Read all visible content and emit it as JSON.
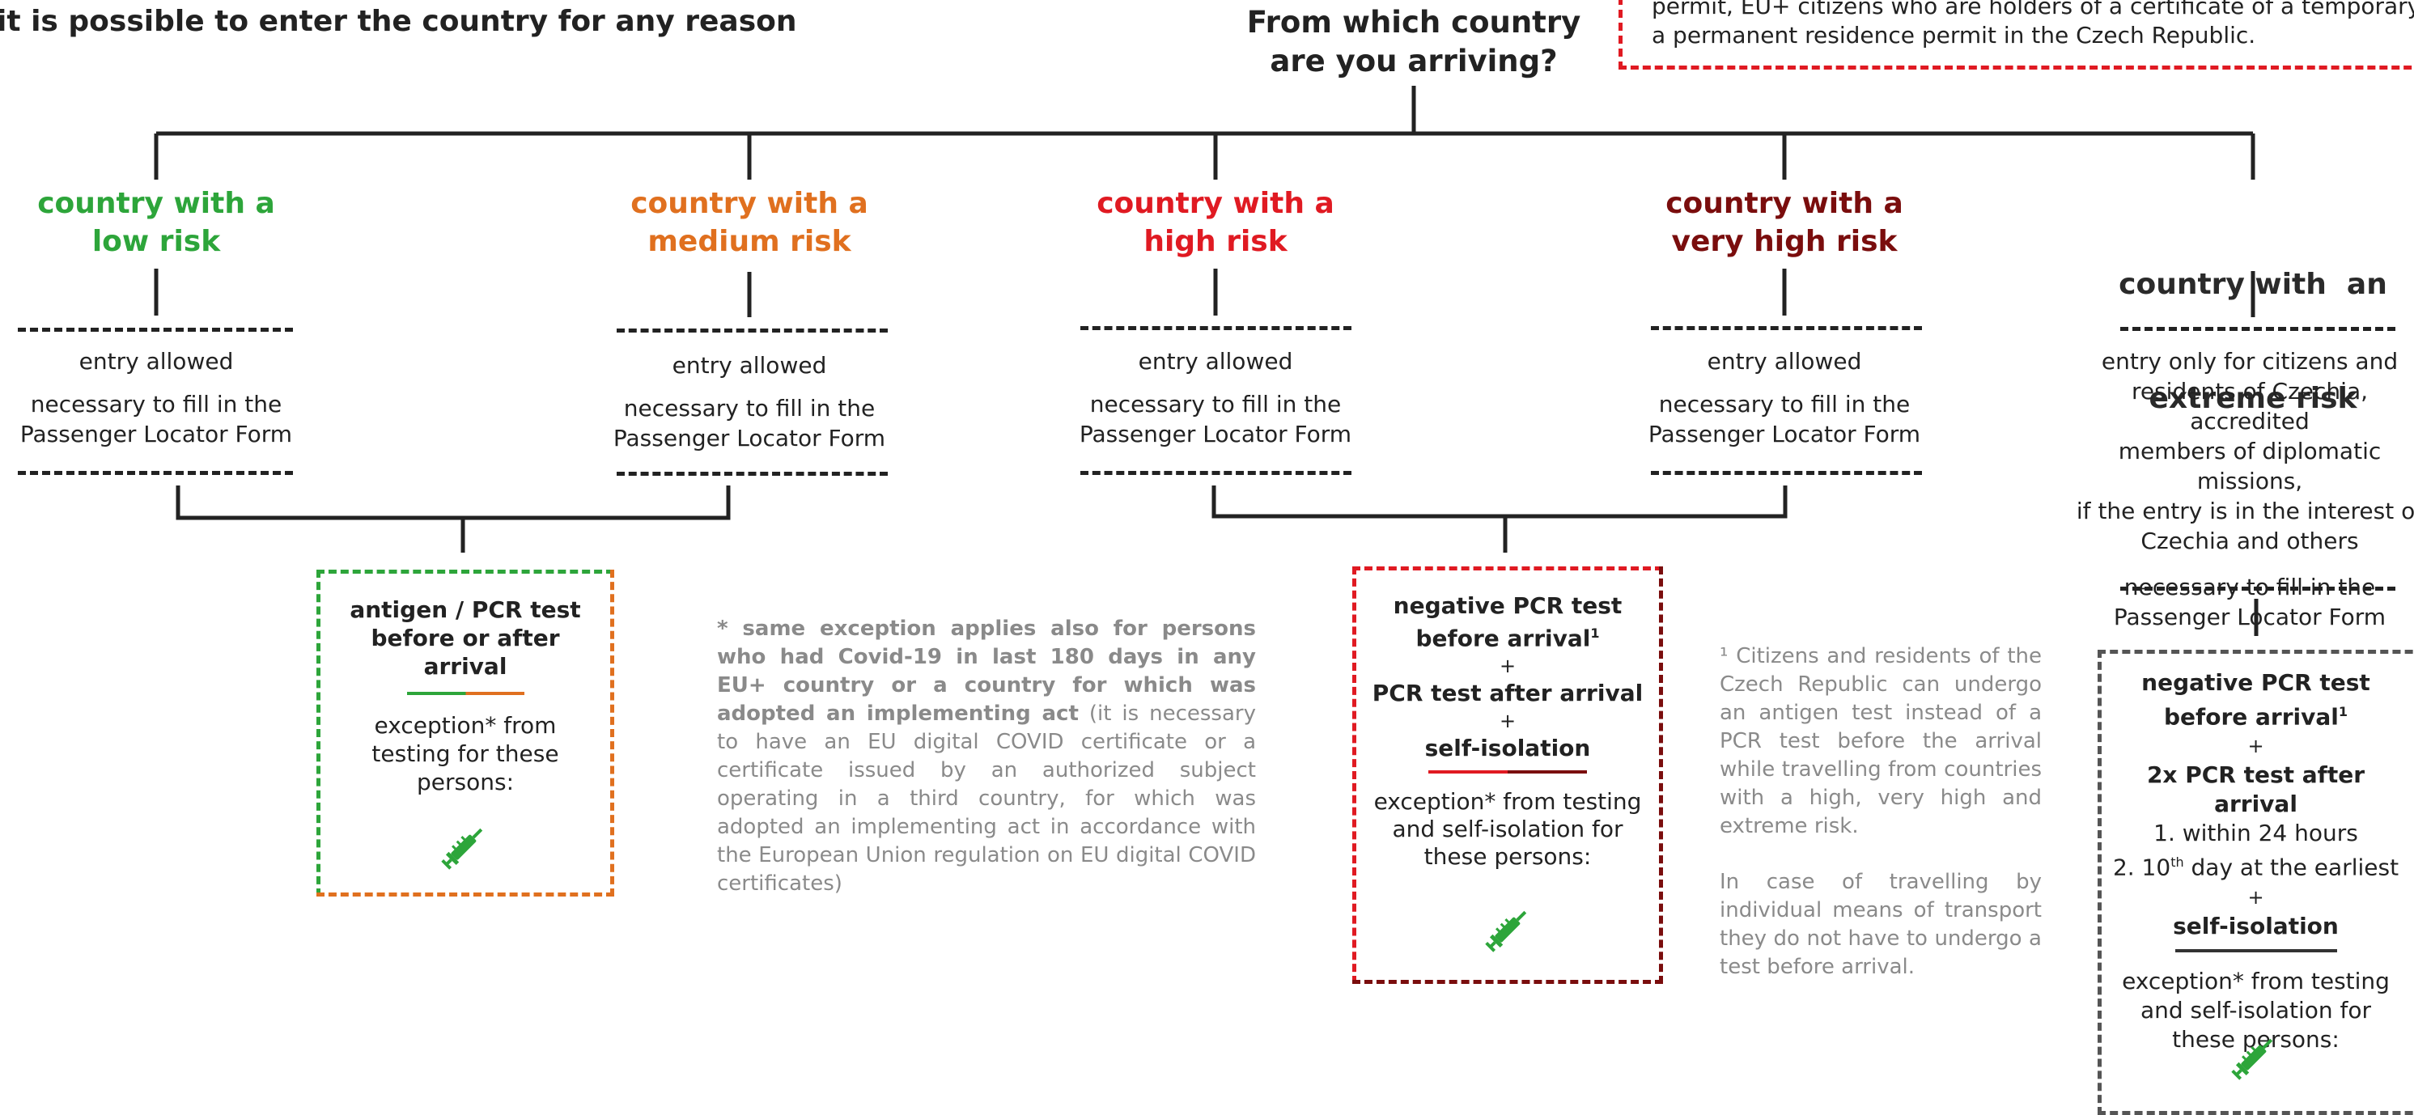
{
  "title_left": "it is possible to enter the country for any reason",
  "question": {
    "line1": "From which country",
    "line2": "are you arriving?"
  },
  "top_note": {
    "line1": "permit, EU+ citizens who are holders of a certificate of a temporary resid",
    "line2": "a permanent residence permit in the Czech Republic."
  },
  "colors": {
    "low": "#2da53a",
    "medium": "#e0701f",
    "high": "#e01a22",
    "very_high": "#7a0d0d",
    "extreme": "#2a2a2a",
    "gray_text": "#8a8a8a",
    "syringe": "#2da53a"
  },
  "categories": [
    {
      "line1": "country with a",
      "line2": "low risk",
      "entry": "entry allowed",
      "form1": "necessary to fill in the",
      "form2": "Passenger Locator Form"
    },
    {
      "line1": "country with a",
      "line2": "medium risk",
      "entry": "entry allowed",
      "form1": "necessary to fill in the",
      "form2": "Passenger Locator Form"
    },
    {
      "line1": "country with a",
      "line2": "high risk",
      "entry": "entry allowed",
      "form1": "necessary to fill in the",
      "form2": "Passenger Locator Form"
    },
    {
      "line1": "country with a",
      "line2": "very high risk",
      "entry": "entry allowed",
      "form1": "necessary to fill in the",
      "form2": "Passenger Locator Form"
    },
    {
      "line1": "country with  an",
      "line2": "extreme risk",
      "entry_lines": [
        "entry only for citizens and",
        "residents of Czechia, accredited",
        "members of diplomatic missions,",
        "if the entry is in the interest of",
        "Czechia and others"
      ],
      "form1": "necessary to fill in the",
      "form2": "Passenger Locator Form"
    }
  ],
  "box_low_medium": {
    "test1": "antigen / PCR test",
    "test2": "before or after",
    "test3": "arrival",
    "exc1": "exception* from",
    "exc2": "testing for these",
    "exc3": "persons:",
    "icon": "syringe-icon"
  },
  "box_high": {
    "l1": "negative PCR test",
    "l2": "before arrival",
    "sup": "1",
    "plus": "+",
    "l3": "PCR test after arrival",
    "l4": "self-isolation",
    "exc1": "exception* from testing",
    "exc2": "and self-isolation for",
    "exc3": "these persons:",
    "icon": "syringe-icon"
  },
  "box_extreme": {
    "l1": "negative PCR test",
    "l2": "before arrival",
    "sup": "1",
    "plus": "+",
    "l3": "2x PCR test after arrival",
    "l4": "1. within 24 hours",
    "l5a": "2. 10",
    "l5sup": "th",
    "l5b": " day at the earliest",
    "l6": "self-isolation",
    "exc1": "exception* from testing",
    "exc2": "and self-isolation for",
    "exc3": "these persons:",
    "icon": "syringe-icon"
  },
  "exception_note": {
    "bold_text": "* same exception applies also for persons who had Covid-19 in last 180 days in any EU+ country or a country for which was adopted an implementing act",
    "rest_text": " (it is necessary to have an EU digital COVID certificate or a certificate issued by an authorized subject operating in a third country, for which was adopted an implementing act in accordance with the European Union regulation on EU digital COVID certificates)"
  },
  "footnote": {
    "p1": "¹ Citizens and residents of the Czech Republic can undergo an antigen test instead of a PCR test before the arrival while travelling from countries with a high, very high and extreme risk.",
    "p2": "In case of travelling by individual means of transport they do not have to undergo a test before arrival."
  }
}
